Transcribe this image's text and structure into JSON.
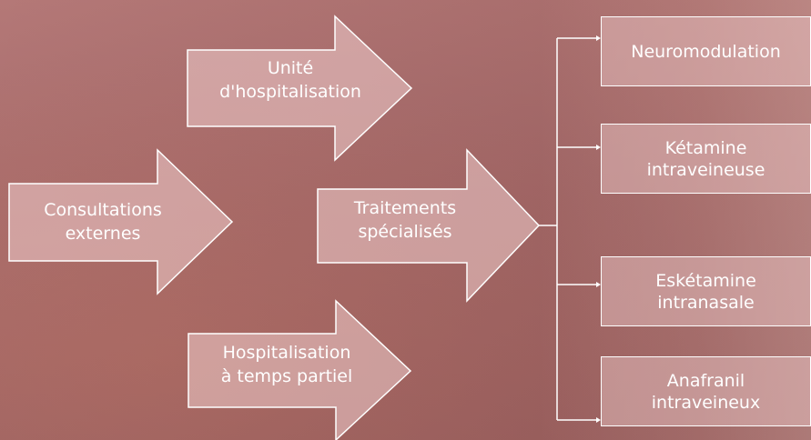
{
  "diagram": {
    "start": {
      "label": "Consultations\nexternes"
    },
    "branches": [
      {
        "label": "Unité\nd'hospitalisation"
      },
      {
        "label": "Traitements\nspécialisés"
      },
      {
        "label": "Hospitalisation\nà temps partiel"
      }
    ],
    "treatments": [
      {
        "label": "Neuromodulation"
      },
      {
        "label": "Kétamine\nintraveineuse"
      },
      {
        "label": "Eskétamine\nintranasale"
      },
      {
        "label": "Anafranil\nintraveineux"
      }
    ]
  },
  "colors": {
    "shape_fill": "#f0cdcd",
    "stroke": "#ffffff",
    "text": "#ffffff",
    "background": "#a76c6c"
  }
}
